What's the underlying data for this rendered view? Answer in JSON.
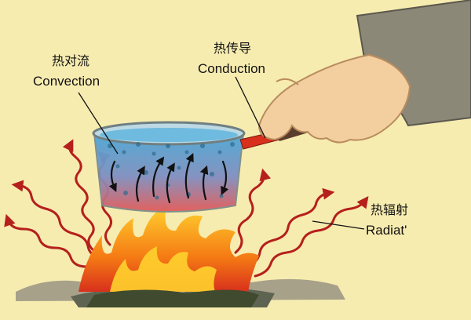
{
  "labels": {
    "convection_cn": "热对流",
    "convection_en": "Convection",
    "conduction_cn": "热传导",
    "conduction_en": "Conduction",
    "radiation_cn": "热辐射",
    "radiation_en": "Radiat'"
  },
  "colors": {
    "background": "#f7ecb0",
    "water_top": "#4aa8d8",
    "water_bottom": "#e35a5a",
    "pan_handle": "#d8301c",
    "radiation_arrows": "#b5201c",
    "flame_outer": "#f05a14",
    "flame_inner": "#ffd22e",
    "hand": "#f3cfa0",
    "sleeve": "#8c8878"
  },
  "icons": [
    "cooking-pot-icon",
    "hand-icon",
    "campfire-icon",
    "wavy-arrow-icon"
  ]
}
